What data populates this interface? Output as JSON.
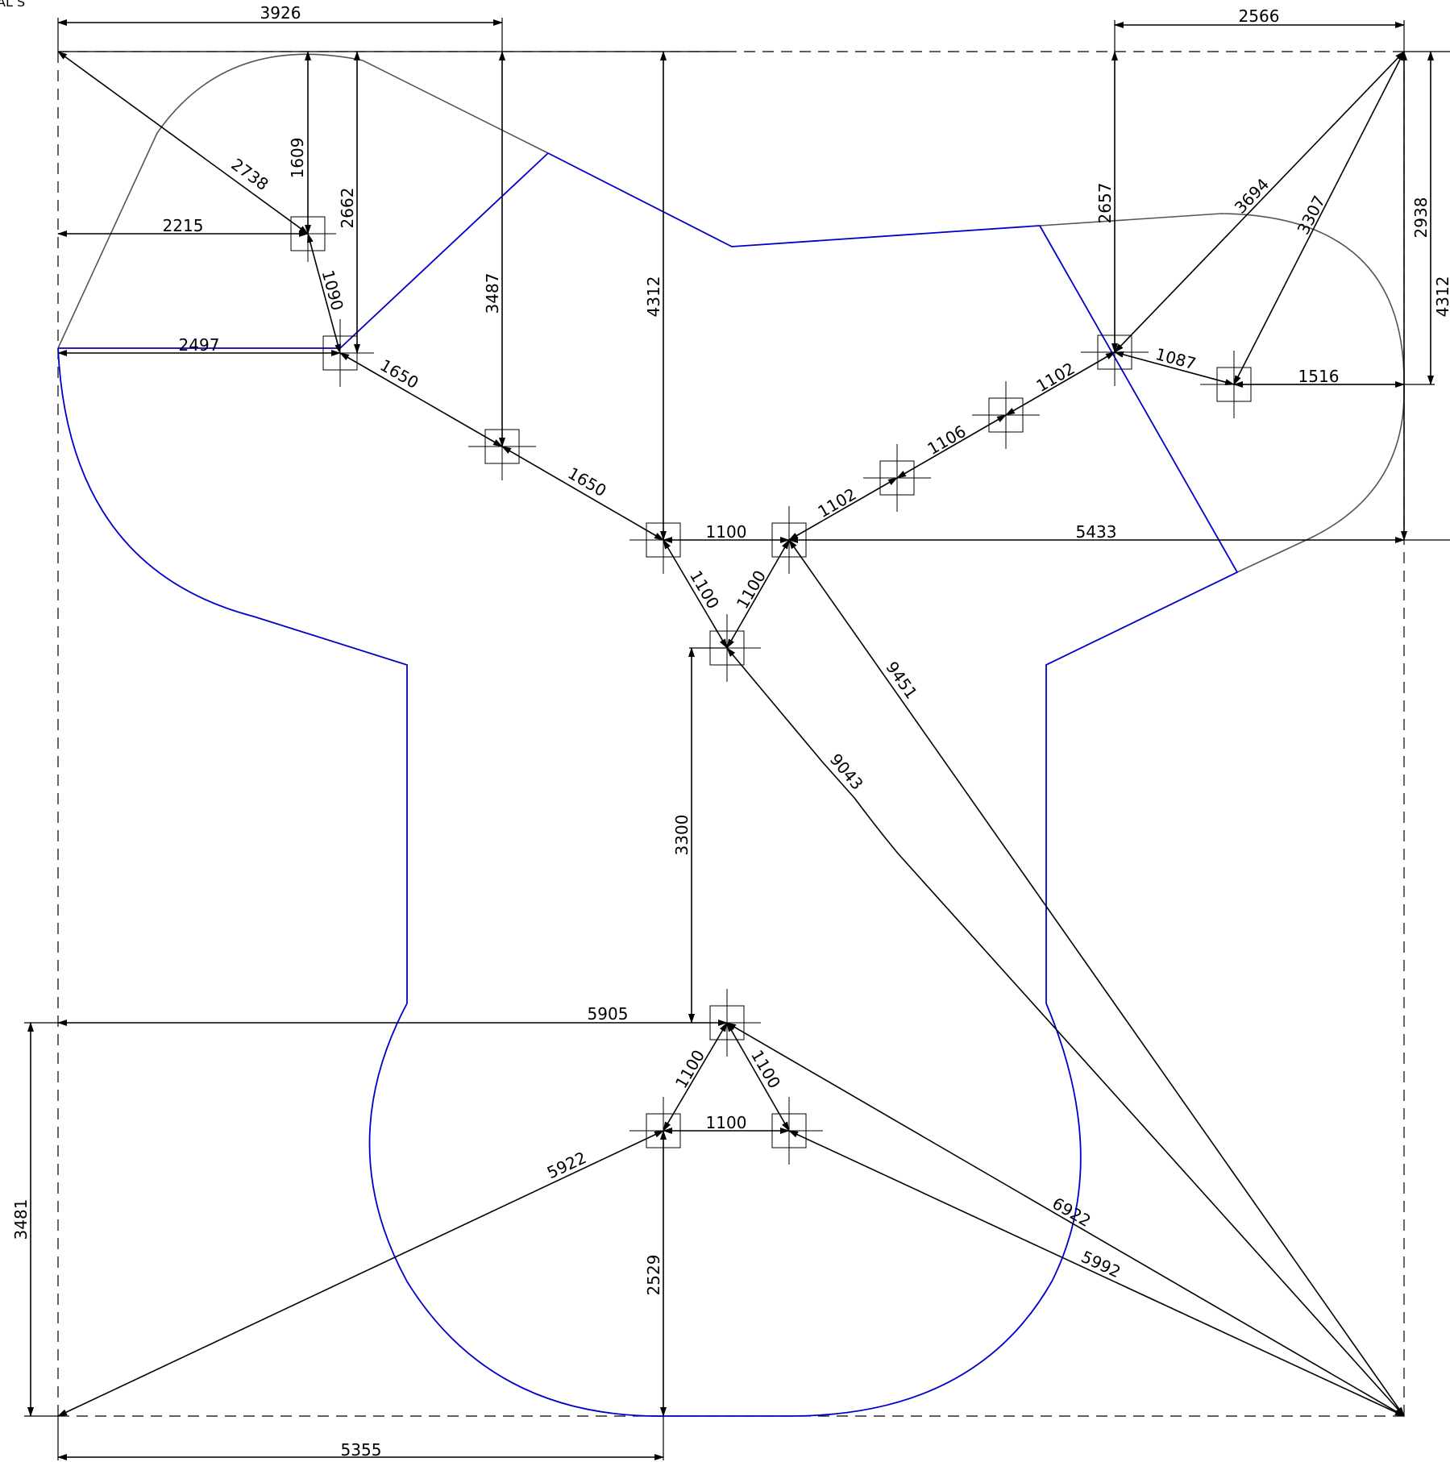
{
  "corner_text": "AL S",
  "colors": {
    "outline": "#0000cc",
    "outline_alt": "#555555",
    "dimension": "#000000"
  },
  "dimensions": {
    "top_width_left": "3926",
    "top_width_right": "2566",
    "d1609": "1609",
    "d2738": "2738",
    "d2662": "2662",
    "d2215": "2215",
    "d1090": "1090",
    "d2497": "2497",
    "d1650_a": "1650",
    "d1650_b": "1650",
    "d3487": "3487",
    "d4312_center": "4312",
    "d4312_right": "4312",
    "d2657": "2657",
    "d3694": "3694",
    "d3307": "3307",
    "d2938": "2938",
    "d1087": "1087",
    "d1516": "1516",
    "d1102_a": "1102",
    "d1106": "1106",
    "d1102_b": "1102",
    "d1100_h": "1100",
    "d5433": "5433",
    "d1100_l": "1100",
    "d1100_r": "1100",
    "d9451": "9451",
    "d9043": "9043",
    "d3300": "3300",
    "d5905": "5905",
    "d3481": "3481",
    "d1100_bl": "1100",
    "d1100_br": "1100",
    "d1100_bh": "1100",
    "d5922": "5922",
    "d6922": "6922",
    "d5992": "5992",
    "d2529": "2529",
    "d5355": "5355"
  }
}
